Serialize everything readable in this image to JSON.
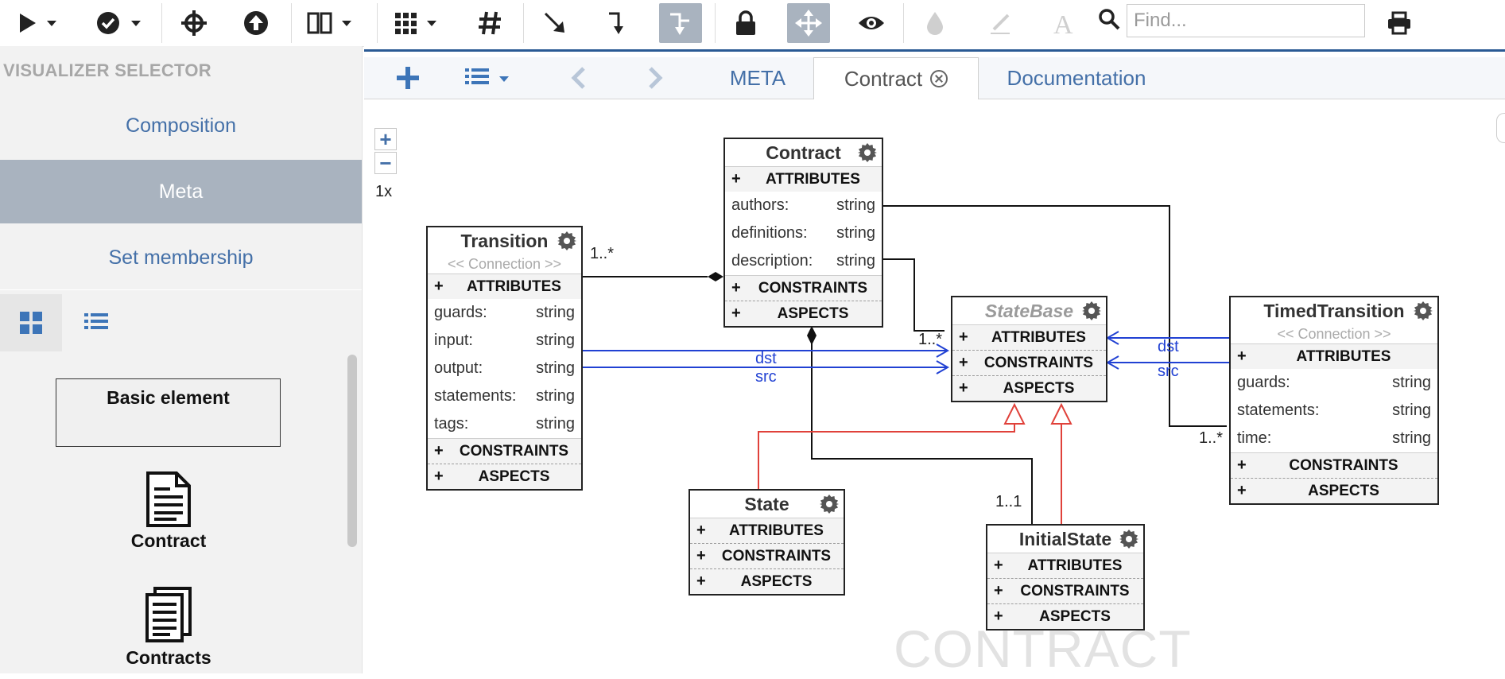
{
  "toolbar": {
    "find_placeholder": "Find..."
  },
  "left_panel": {
    "title": "VISUALIZER SELECTOR",
    "visualizers": [
      {
        "label": "Composition"
      },
      {
        "label": "Meta"
      },
      {
        "label": "Set membership"
      }
    ],
    "palette": {
      "basic_element": "Basic element",
      "items": [
        {
          "label": "Contract"
        },
        {
          "label": "Contracts"
        }
      ]
    }
  },
  "editor": {
    "tabs": [
      {
        "label": "META"
      },
      {
        "label": "Contract"
      },
      {
        "label": "Documentation"
      }
    ],
    "zoom_level": "1x",
    "watermark": "CONTRACT",
    "nodes": {
      "contract": {
        "title": "Contract",
        "attributes_header": "ATTRIBUTES",
        "attributes": [
          {
            "name": "authors:",
            "type": "string"
          },
          {
            "name": "definitions:",
            "type": "string"
          },
          {
            "name": "description:",
            "type": "string"
          }
        ],
        "constraints": "CONSTRAINTS",
        "aspects": "ASPECTS"
      },
      "transition": {
        "title": "Transition",
        "stereotype": "<< Connection >>",
        "attributes_header": "ATTRIBUTES",
        "attributes": [
          {
            "name": "guards:",
            "type": "string"
          },
          {
            "name": "input:",
            "type": "string"
          },
          {
            "name": "output:",
            "type": "string"
          },
          {
            "name": "statements:",
            "type": "string"
          },
          {
            "name": "tags:",
            "type": "string"
          }
        ],
        "constraints": "CONSTRAINTS",
        "aspects": "ASPECTS"
      },
      "statebase": {
        "title": "StateBase",
        "attributes_header": "ATTRIBUTES",
        "constraints": "CONSTRAINTS",
        "aspects": "ASPECTS"
      },
      "timedtransition": {
        "title": "TimedTransition",
        "stereotype": "<< Connection >>",
        "attributes_header": "ATTRIBUTES",
        "attributes": [
          {
            "name": "guards:",
            "type": "string"
          },
          {
            "name": "statements:",
            "type": "string"
          },
          {
            "name": "time:",
            "type": "string"
          }
        ],
        "constraints": "CONSTRAINTS",
        "aspects": "ASPECTS"
      },
      "state": {
        "title": "State",
        "attributes_header": "ATTRIBUTES",
        "constraints": "CONSTRAINTS",
        "aspects": "ASPECTS"
      },
      "initialstate": {
        "title": "InitialState",
        "attributes_header": "ATTRIBUTES",
        "constraints": "CONSTRAINTS",
        "aspects": "ASPECTS"
      }
    },
    "connector_labels": {
      "transition_contract_multiplicity": "1..*",
      "statebase_contract_multiplicity": "1..*",
      "timed_contract_multiplicity": "1..*",
      "initial_contract_multiplicity": "1..1",
      "transition_dst": "dst",
      "transition_src": "src",
      "timed_dst": "dst",
      "timed_src": "src"
    },
    "colors": {
      "containment": "#111111",
      "pointer": "#2141d3",
      "inheritance": "#e0413a"
    }
  }
}
